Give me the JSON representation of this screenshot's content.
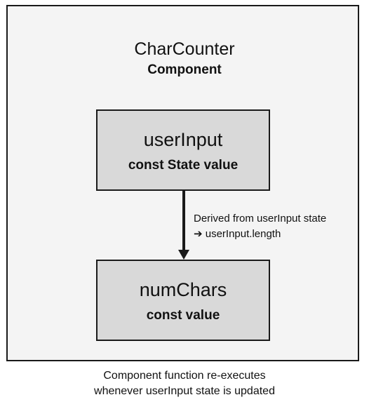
{
  "component": {
    "title": "CharCounter",
    "subtitle": "Component"
  },
  "nodes": {
    "user_input": {
      "name": "userInput",
      "kind": "const State value"
    },
    "num_chars": {
      "name": "numChars",
      "kind": "const value"
    }
  },
  "edge": {
    "line1": "Derived from userInput state",
    "line2": "➔ userInput.length"
  },
  "footer": {
    "line1": "Component function re-executes",
    "line2": "whenever userInput state is updated"
  },
  "colors": {
    "frame_fill": "#f4f4f4",
    "node_fill": "#d9d9d9",
    "stroke": "#1a1a1a"
  }
}
